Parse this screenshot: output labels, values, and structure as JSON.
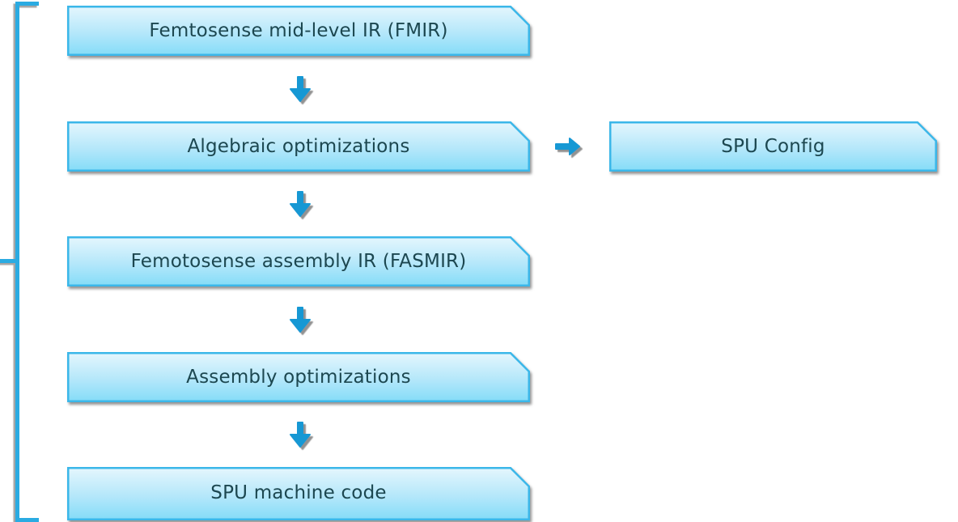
{
  "palette": {
    "background": "#ffffff",
    "box_border": "#3ab7e9",
    "box_fill_top": "#e4f6fd",
    "box_fill_mid": "#b4e7fa",
    "box_fill_bottom": "#85dcf8",
    "label_text": "#1c4750",
    "arrow_blue": "#1798d4",
    "bracket_blue": "#29abe2",
    "shadow_gray": "#7f7f7f"
  },
  "diagram": {
    "nodes": [
      {
        "id": "fmir",
        "label": "Femtosense mid-level IR (FMIR)"
      },
      {
        "id": "algebraic-optimizations",
        "label": "Algebraic optimizations"
      },
      {
        "id": "fasmir",
        "label": "Femotosense assembly IR (FASMIR)"
      },
      {
        "id": "assembly-optimizations",
        "label": "Assembly optimizations"
      },
      {
        "id": "spu-machine-code",
        "label": "SPU machine code"
      },
      {
        "id": "spu-config",
        "label": "SPU Config"
      }
    ],
    "edges": [
      {
        "from": "fmir",
        "to": "algebraic-optimizations",
        "type": "down-arrow"
      },
      {
        "from": "algebraic-optimizations",
        "to": "spu-config",
        "type": "right-arrow"
      },
      {
        "from": "algebraic-optimizations",
        "to": "fasmir",
        "type": "down-arrow"
      },
      {
        "from": "fasmir",
        "to": "assembly-optimizations",
        "type": "down-arrow"
      },
      {
        "from": "assembly-optimizations",
        "to": "spu-machine-code",
        "type": "down-arrow"
      }
    ],
    "bracket": {
      "description": "Left grouping bracket spanning all pipeline stages with a connector stub pointing off-canvas to the left"
    }
  }
}
